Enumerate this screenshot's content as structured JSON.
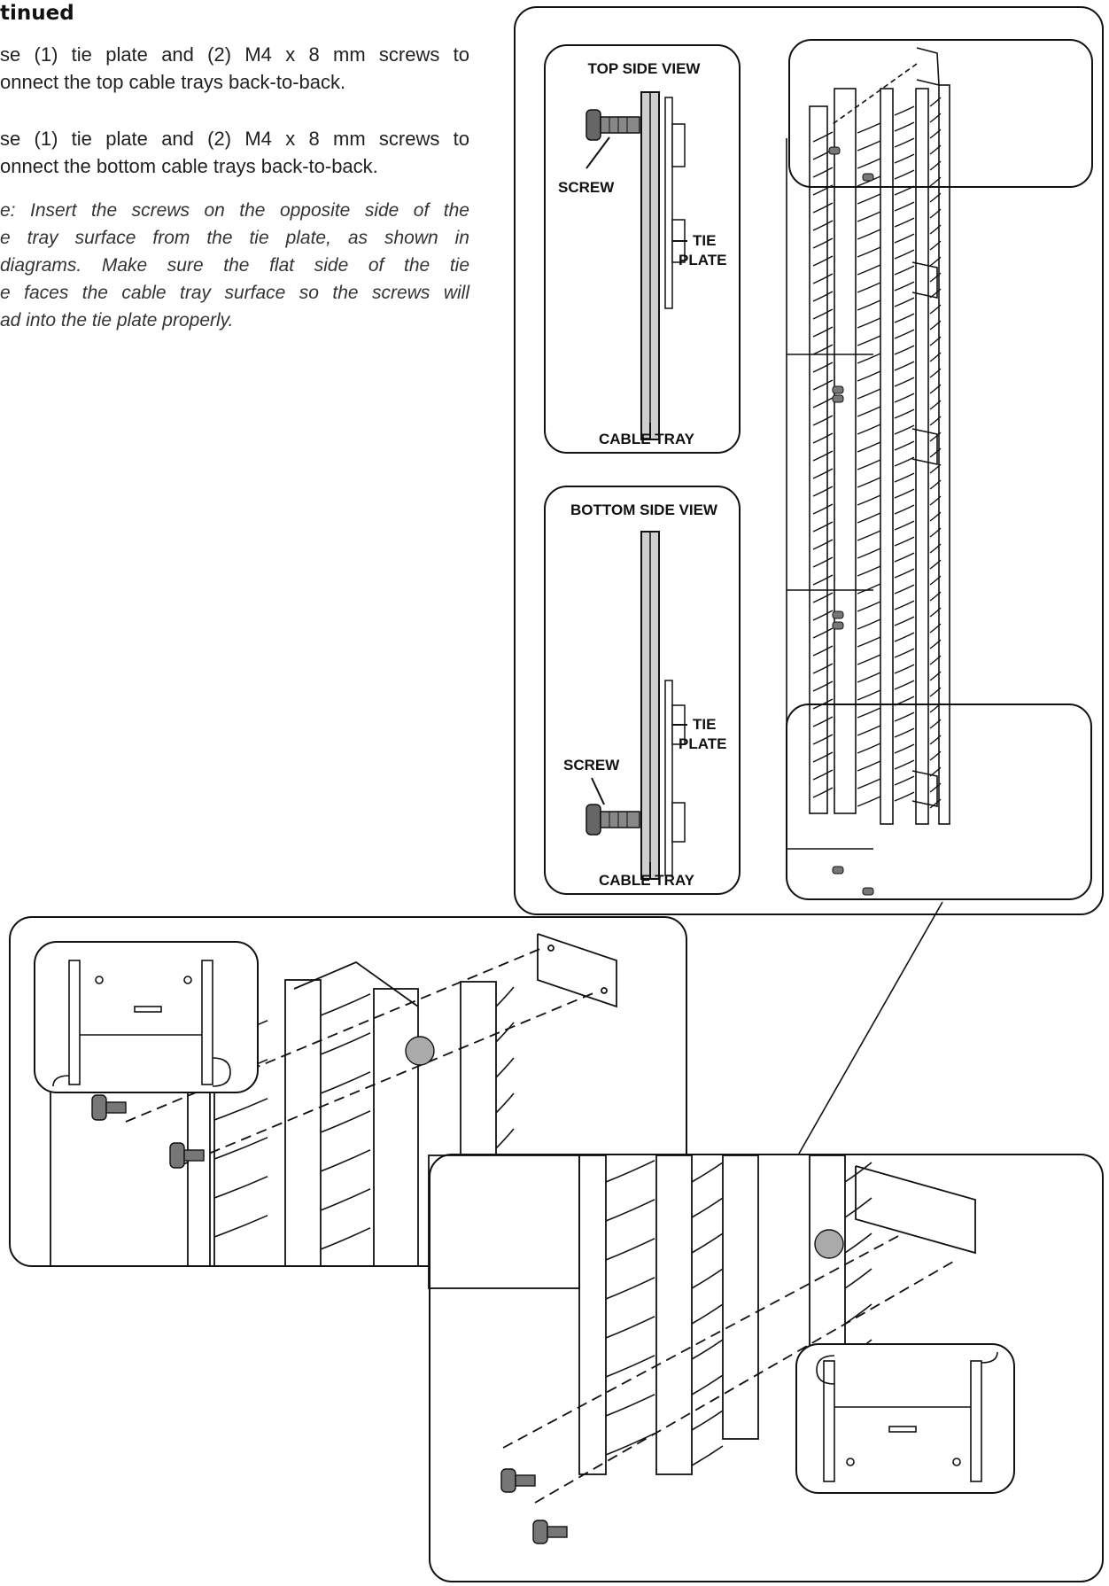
{
  "page": {
    "heading": "tinued",
    "steps": [
      {
        "lines": [
          "se (1) tie plate and (2) M4 x 8 mm screws to",
          "onnect the top cable trays back-to-back."
        ]
      },
      {
        "lines": [
          "se (1) tie plate and (2) M4 x 8 mm screws to",
          "onnect the bottom cable trays back-to-back."
        ]
      }
    ],
    "note": {
      "lines": [
        "e: Insert the screws on the opposite side of the",
        "e tray surface from the tie plate, as shown in",
        "diagrams. Make sure the flat side of the tie",
        "e faces the cable tray surface so the screws will",
        "ad into the tie plate properly."
      ]
    }
  },
  "diagrams": {
    "top_view": {
      "title": "TOP SIDE VIEW",
      "screw_label": "SCREW",
      "tie_label_1": "TIE",
      "tie_label_2": "PLATE",
      "tray_label": "CABLE TRAY"
    },
    "bottom_view": {
      "title": "BOTTOM SIDE VIEW",
      "screw_label": "SCREW",
      "tie_label_1": "TIE",
      "tie_label_2": "PLATE",
      "tray_label": "CABLE TRAY"
    }
  }
}
